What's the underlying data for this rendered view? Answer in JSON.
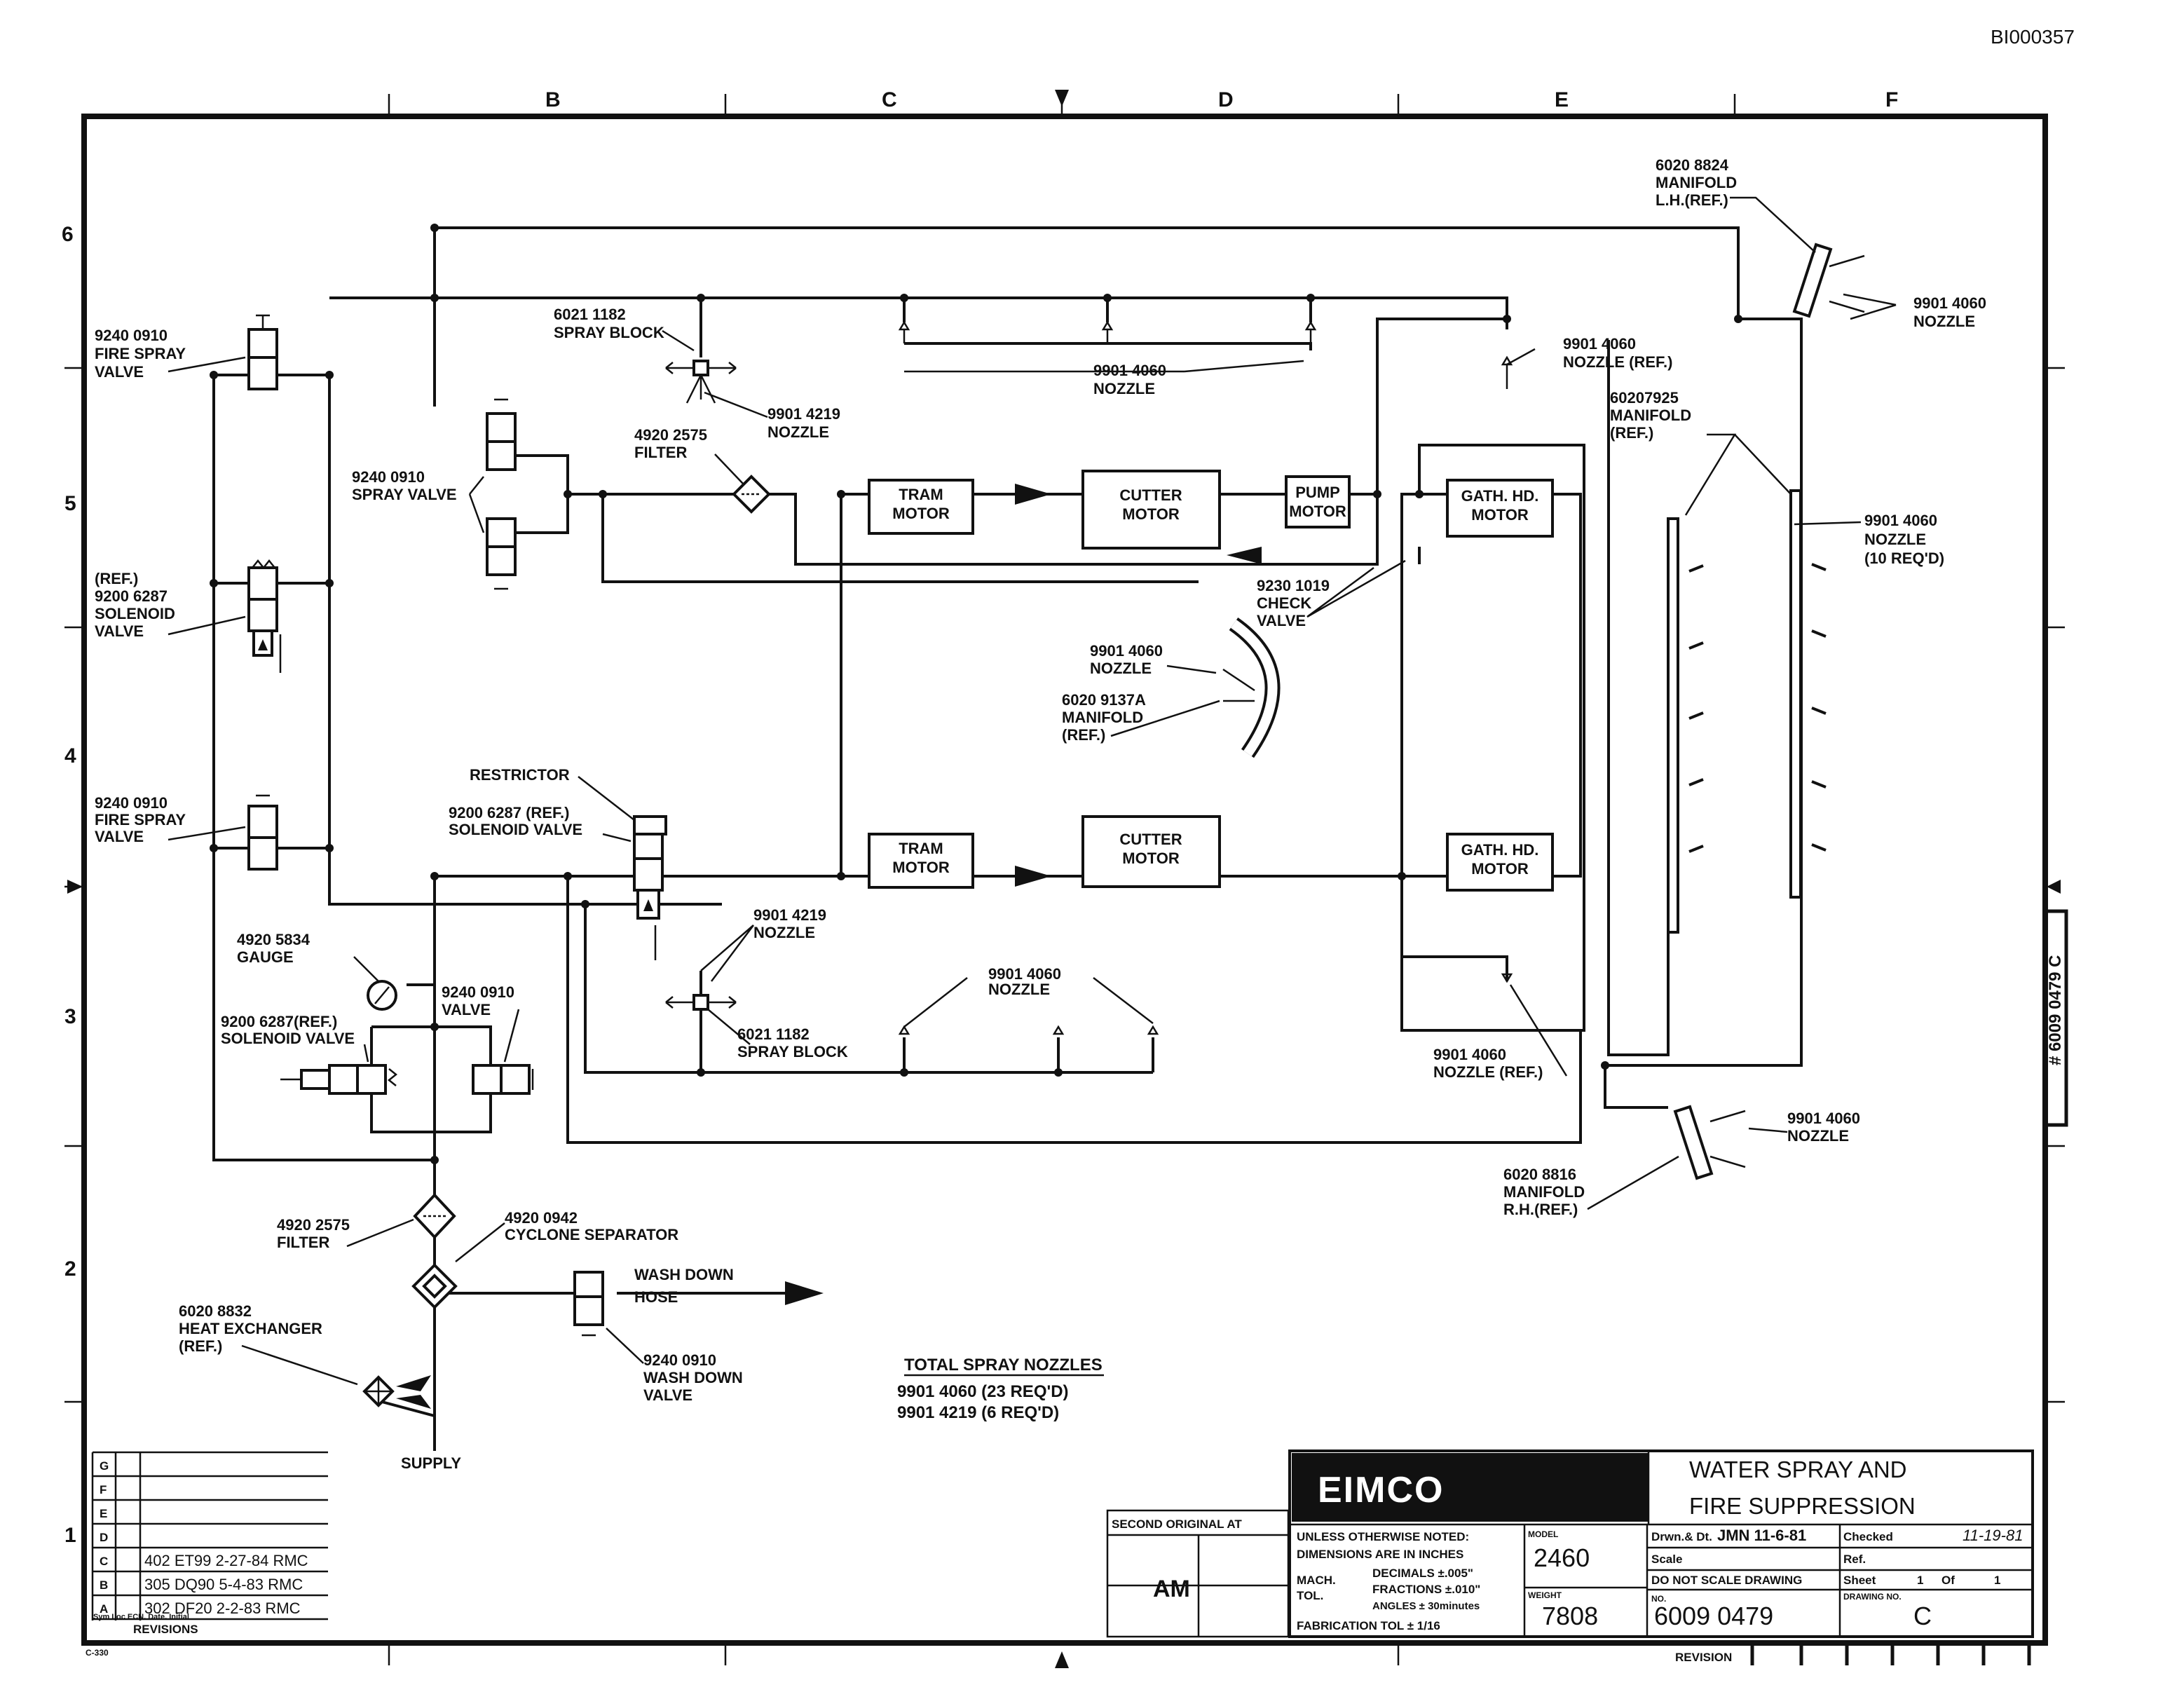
{
  "doc_id": "BI000357",
  "grid": {
    "columns": [
      "B",
      "C",
      "D",
      "E",
      "F"
    ],
    "rows": [
      "6",
      "5",
      "4",
      "3",
      "2",
      "1"
    ]
  },
  "components": {
    "tram_motor_upper": "TRAM|MOTOR",
    "cutter_motor_upper": "CUTTER|MOTOR",
    "pump_motor": "PUMP|MOTOR",
    "gath_motor_upper": "GATH. HD.|MOTOR",
    "tram_motor_lower": "TRAM|MOTOR",
    "cutter_motor_lower": "CUTTER|MOTOR",
    "gath_motor_lower": "GATH. HD.|MOTOR"
  },
  "callouts": {
    "fire_spray_valve_top": "9240 0910|FIRE SPRAY|VALVE",
    "spray_block_top": "6021 1182|SPRAY BLOCK",
    "nozzle_4219_top": "9901 4219|NOZZLE",
    "nozzle_4060_top": "9901 4060|NOZZLE",
    "nozzle_4060_ref_top": "9901 4060|NOZZLE (REF.)",
    "manifold_lh": "6020 8824|MANIFOLD|L.H.(REF.)",
    "nozzle_4060_lh": "9901 4060|NOZZLE",
    "manifold_7925": "60207925|MANIFOLD|(REF.)",
    "nozzle_10_reqd": "9901 4060|NOZZLE|(10 REQ'D)",
    "filter_top": "4920 2575|FILTER",
    "spray_valve": "9240 0910|SPRAY VALVE",
    "solenoid_valve_ref": "(REF.)|9200 6287|SOLENOID|VALVE",
    "check_valve": "9230 1019|CHECK|VALVE",
    "nozzle_4060_mid": "9901 4060|NOZZLE",
    "manifold_9137a": "6020 9137A|MANIFOLD|(REF.)",
    "restrictor": "RESTRICTOR",
    "solenoid_valve_mid": "9200 6287 (REF.)|SOLENOID VALVE",
    "fire_spray_valve_bottom": "9240 0910|FIRE SPRAY|VALVE",
    "nozzle_4219_bottom": "9901 4219|NOZZLE",
    "spray_block_bottom": "6021 1182|SPRAY BLOCK",
    "nozzle_4060_bottom": "9901 4060|NOZZLE",
    "nozzle_4060_ref_bottom": "9901 4060|NOZZLE (REF.)",
    "gauge": "4920 5834|GAUGE",
    "valve_9240": "9240 0910|VALVE",
    "solenoid_valve_low": "9200 6287(REF.)|SOLENOID VALVE",
    "manifold_rh": "6020 8816|MANIFOLD|R.H.(REF.)",
    "nozzle_4060_rh": "9901 4060|NOZZLE",
    "filter_bottom": "4920 2575|FILTER",
    "cyclone": "4920 0942|CYCLONE SEPARATOR",
    "wash_down_hose": "WASH DOWN|HOSE",
    "wash_down_valve": "9240 0910|WASH DOWN|VALVE",
    "heat_exchanger": "6020 8832|HEAT EXCHANGER|(REF.)",
    "supply": "SUPPLY"
  },
  "totals": {
    "heading": "TOTAL SPRAY NOZZLES",
    "line1": "9901 4060 (23 REQ'D)",
    "line2": "9901 4219 (6 REQ'D)"
  },
  "revisions": {
    "rows": [
      {
        "sym": "G",
        "text": ""
      },
      {
        "sym": "F",
        "text": ""
      },
      {
        "sym": "E",
        "text": ""
      },
      {
        "sym": "D",
        "text": ""
      },
      {
        "sym": "C",
        "text": "402 ET99 2-27-84 RMC"
      },
      {
        "sym": "B",
        "text": "305 DQ90 5-4-83 RMC"
      },
      {
        "sym": "A",
        "text": "302 DF20 2-2-83 RMC"
      }
    ],
    "header_small": "Sym Loc ECN. Date. Initial",
    "footer": "REVISIONS",
    "stamp": "C-330"
  },
  "title_block": {
    "company": "EIMCO",
    "title_line1": "WATER SPRAY AND",
    "title_line2": "FIRE SUPPRESSION",
    "second_original": "SECOND ORIGINAL AT",
    "am_stamp": "AM",
    "notes_line1": "UNLESS OTHERWISE NOTED:",
    "notes_line2": "DIMENSIONS ARE IN INCHES",
    "mach": "MACH.",
    "tol": "TOL.",
    "decimals": "DECIMALS ±.005\"",
    "fractions": "FRACTIONS ±.010\"",
    "angles": "ANGLES ± 30minutes",
    "fab_tol": "FABRICATION TOL ± 1/16",
    "model_label": "MODEL",
    "model": "2460",
    "weight_label": "WEIGHT",
    "weight": "7808",
    "drwn_label": "Drwn.& Dt.",
    "drwn_value": "JMN 11-6-81",
    "scale_label": "Scale",
    "checked_label": "Checked",
    "checked_value": "11-19-81",
    "ref_label": "Ref.",
    "dont_scale": "DO NOT SCALE DRAWING",
    "sheet_label": "Sheet",
    "sheet_value": "1",
    "of_label": "Of",
    "of_value": "1",
    "no_label": "NO.",
    "number": "6009 0479",
    "drawing_no_label": "DRAWING NO.",
    "revision": "C",
    "revision_label": "REVISION",
    "side_tab": "# 6009 0479 C"
  }
}
